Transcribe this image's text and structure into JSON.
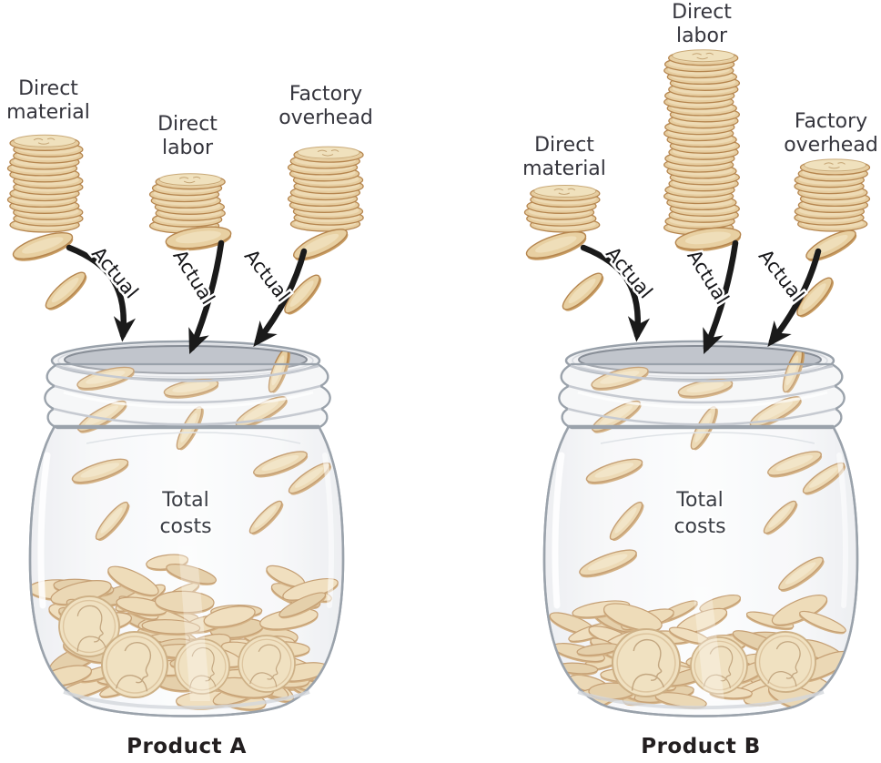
{
  "diagram": {
    "description": "Two jars collecting actual costs",
    "panels": [
      {
        "product_label": "Product A",
        "jar_text": [
          "Total",
          "costs"
        ],
        "stacks": [
          {
            "id": "a-dm",
            "label": [
              "Direct",
              "material"
            ],
            "coins": 14,
            "arrow_label": "Actual"
          },
          {
            "id": "a-dl",
            "label": [
              "Direct",
              "labor"
            ],
            "coins": 8,
            "arrow_label": "Actual"
          },
          {
            "id": "a-fo",
            "label": [
              "Factory",
              "overhead"
            ],
            "coins": 12,
            "arrow_label": "Actual"
          }
        ],
        "pile": {
          "fill_level": "about half full",
          "scatter_coins": 85,
          "portrait_coins": 4
        }
      },
      {
        "product_label": "Product B",
        "jar_text": [
          "Total",
          "costs"
        ],
        "stacks": [
          {
            "id": "b-dm",
            "label": [
              "Direct",
              "material"
            ],
            "coins": 6,
            "arrow_label": "Actual"
          },
          {
            "id": "b-dl",
            "label": [
              "Direct",
              "labor"
            ],
            "coins": 28,
            "arrow_label": "Actual"
          },
          {
            "id": "b-fo",
            "label": [
              "Factory",
              "overhead"
            ],
            "coins": 10,
            "arrow_label": "Actual"
          }
        ],
        "pile": {
          "fill_level": "about one-third full",
          "scatter_coins": 55,
          "portrait_coins": 3
        }
      }
    ],
    "colors": {
      "coin_fill": "#e8d0a2",
      "coin_edge": "#b5854e",
      "coin_face": "#f0e1bd",
      "coin_under": "#c79c62",
      "coin_alt1": "#ecd7ad",
      "coin_alt2": "#dec394",
      "glass_stroke": "#9aa2ab",
      "glass_fill": "#f2f3f5",
      "mouth_fill": "#c1c5cc",
      "arrow": "#1a1a1a",
      "label_text": "#35353d",
      "product_text": "#231f20"
    }
  }
}
